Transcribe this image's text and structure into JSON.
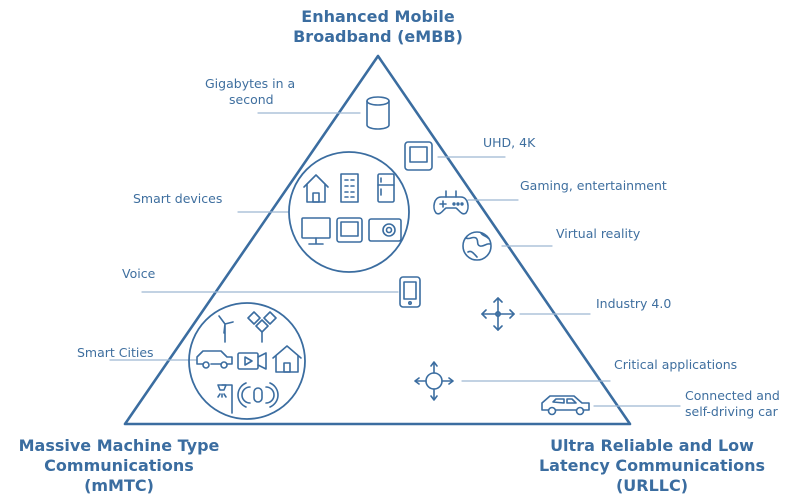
{
  "corners": {
    "top": [
      "Enhanced Mobile",
      "Broadband (eMBB)"
    ],
    "left": [
      "Massive Machine Type",
      "Communications",
      "(mMTC)"
    ],
    "right": [
      "Ultra Reliable and Low",
      "Latency Communications",
      "(URLLC)"
    ]
  },
  "labels": {
    "gigabytes": [
      "Gigabytes in a",
      "second"
    ],
    "smart_devices": "Smart devices",
    "voice": "Voice",
    "smart_cities": "Smart Cities",
    "uhd": "UHD, 4K",
    "gaming": "Gaming, entertainment",
    "vr": "Virtual reality",
    "industry": "Industry 4.0",
    "critical": "Critical applications",
    "car": [
      "Connected and",
      "self-driving car"
    ]
  },
  "colors": {
    "stroke": "#3b6da0",
    "leader": "#9db7d2",
    "text": "#3f6f9f"
  },
  "icons": [
    "database-icon",
    "house-icon",
    "building-icon",
    "fridge-icon",
    "monitor-icon",
    "tablet-icon",
    "camera-icon",
    "phone-icon",
    "windmill-icon",
    "solar-panel-icon",
    "car-icon",
    "video-camera-icon",
    "streetlight-icon",
    "signal-icon",
    "gamepad-icon",
    "globe-icon",
    "industry-arrows-icon",
    "network-node-icon",
    "self-driving-car-icon"
  ]
}
